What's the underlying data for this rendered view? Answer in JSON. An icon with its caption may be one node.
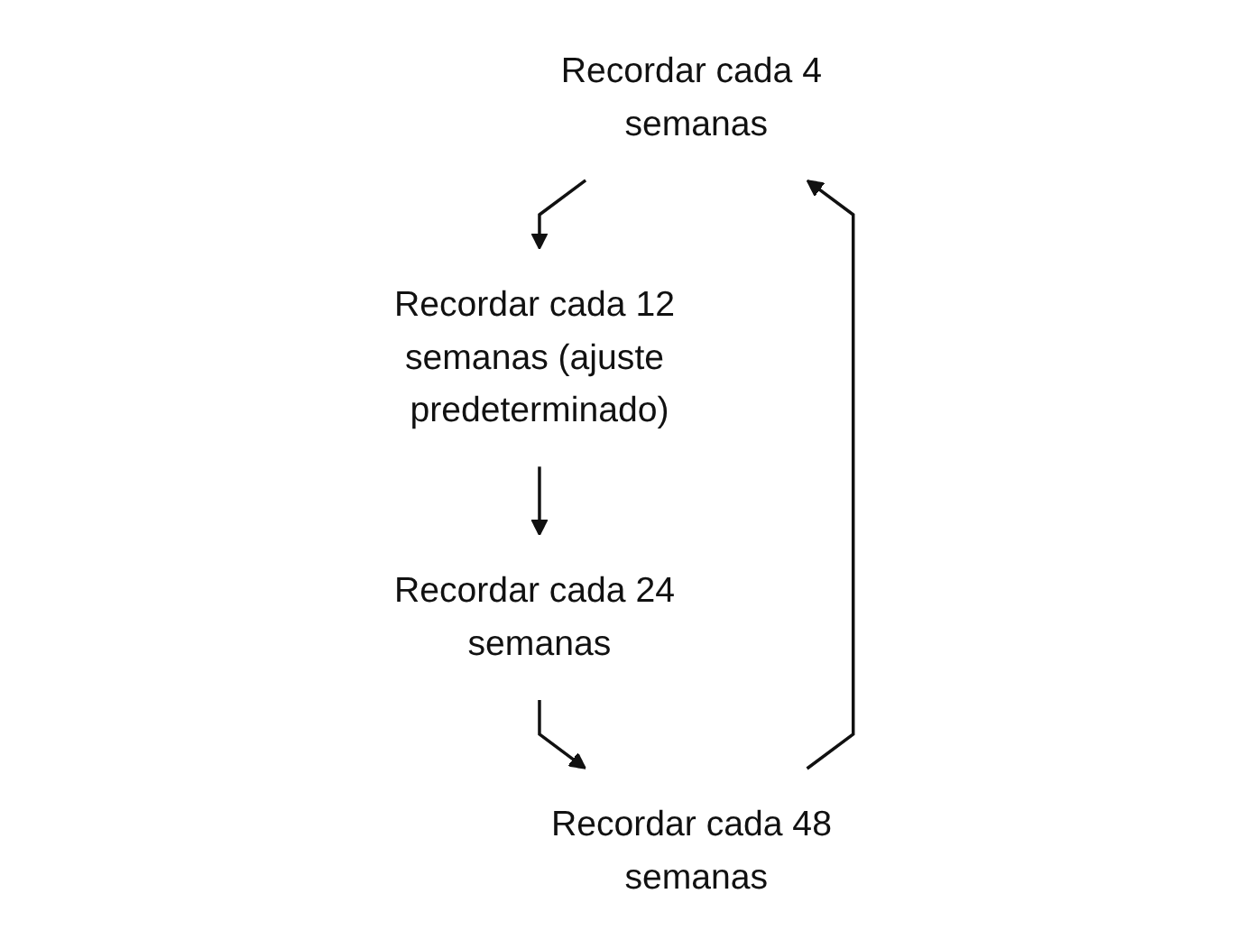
{
  "diagram": {
    "nodes": [
      {
        "text": [
          "Recordar cada 4 semanas"
        ]
      },
      {
        "text": [
          "Recordar cada 12 semanas (ajuste predeterminado)"
        ]
      },
      {
        "text": [
          "Recordar cada 24 semanas"
        ]
      },
      {
        "text": [
          "Recordar cada 48 semanas"
        ]
      }
    ],
    "edges": [
      {
        "from": 0,
        "to": 1,
        "arrow": "to"
      },
      {
        "from": 1,
        "to": 2,
        "arrow": "to"
      },
      {
        "from": 2,
        "to": 3,
        "arrow": "to"
      },
      {
        "from": 3,
        "to": 0,
        "arrow": "to"
      }
    ]
  }
}
